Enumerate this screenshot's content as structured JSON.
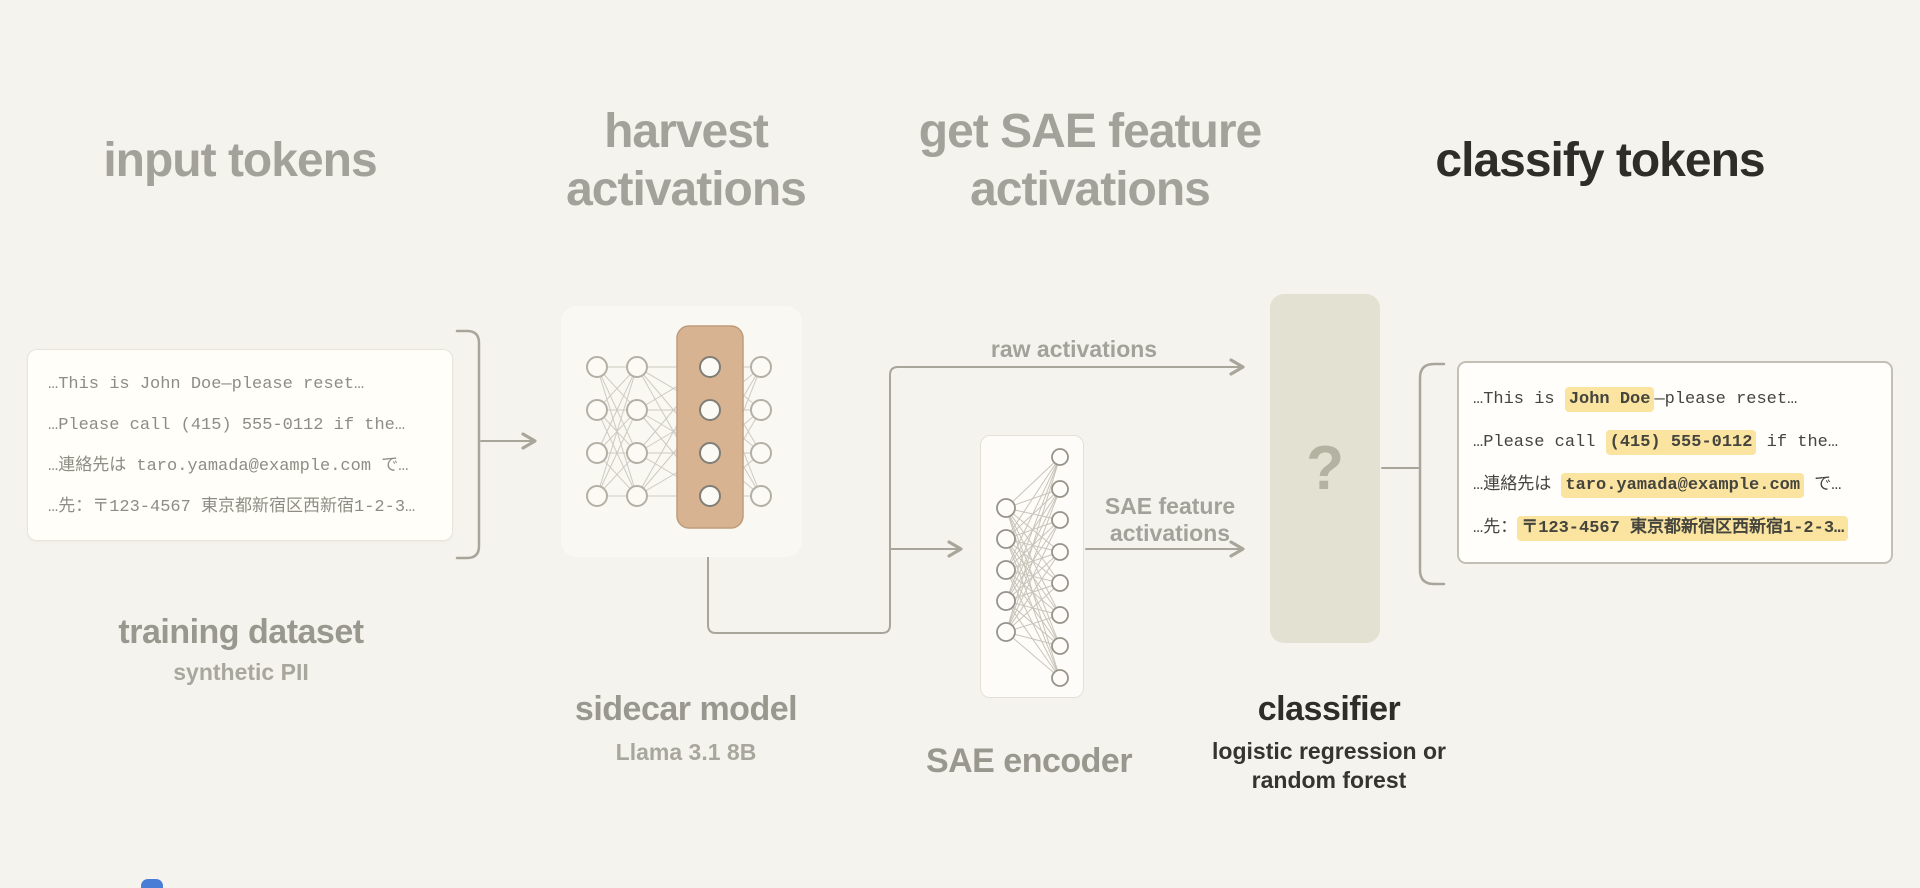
{
  "headers": {
    "input_tokens": "input tokens",
    "harvest_1": "harvest",
    "harvest_2": "activations",
    "sae_1": "get SAE feature",
    "sae_2": "activations",
    "classify": "classify tokens"
  },
  "input_panel": {
    "lines": [
      "…This is John Doe—please reset…",
      "…Please call (415) 555-0112 if the…",
      "…連絡先は taro.yamada@example.com で…",
      "…先：〒123-4567 東京都新宿区西新宿1-2-3…"
    ],
    "caption": "training dataset",
    "subcaption": "synthetic PII"
  },
  "sidecar": {
    "caption": "sidecar model",
    "subcaption": "Llama 3.1 8B"
  },
  "sae": {
    "caption": "SAE encoder"
  },
  "classifier": {
    "symbol": "?",
    "caption": "classifier",
    "sub_1": "logistic regression or",
    "sub_2": "random forest"
  },
  "arrows": {
    "raw": "raw activations",
    "sae_feat_1": "SAE feature",
    "sae_feat_2": "activations"
  },
  "output_panel": {
    "lines": [
      {
        "pre": "…This is ",
        "hl": "John Doe",
        "post": "—please reset…"
      },
      {
        "pre": "…Please call ",
        "hl": "(415) 555-0112",
        "post": " if the…"
      },
      {
        "pre": "…連絡先は ",
        "hl": "taro.yamada@example.com",
        "post": " で…"
      },
      {
        "pre": "…先：",
        "hl": "〒123-4567 東京都新宿区西新宿1-2-3…",
        "post": ""
      }
    ]
  },
  "colors": {
    "background": "#f5f3ed",
    "header_gray": "#a2a19a",
    "header_dark": "#2e2d28",
    "highlight": "#fae4a0",
    "layer_highlight": "#d8b392",
    "classifier_bg": "#e3e1d2",
    "connector": "#a8a69b"
  }
}
